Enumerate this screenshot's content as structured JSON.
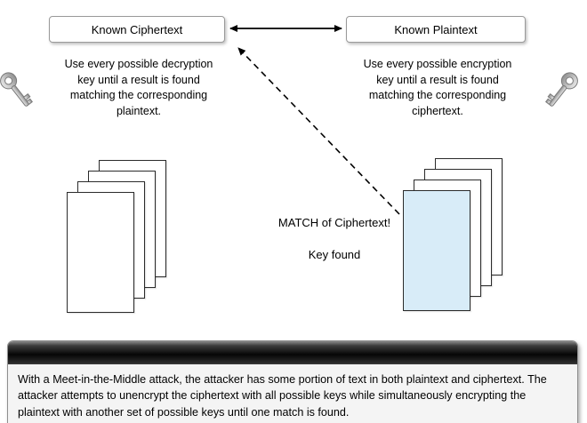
{
  "diagram": {
    "left_box_label": "Known Ciphertext",
    "right_box_label": "Known Plaintext",
    "left_caption": "Use every possible decryption key until a result is found  matching the corresponding plaintext.",
    "right_caption": "Use every possible encryption key until a result is found  matching the corresponding ciphertext.",
    "match_label": "MATCH of Ciphertext!",
    "key_found_label": "Key found",
    "left_icon": "key-icon",
    "right_icon": "key-icon"
  },
  "footer": {
    "text": "With a Meet-in-the-Middle attack, the attacker has some portion of text in both plaintext and ciphertext. The attacker attempts to unencrypt the ciphertext with all possible keys while simultaneously encrypting the plaintext with another set of possible keys until one match is found."
  },
  "colors": {
    "highlight_card": "#d8ecf8",
    "card_border": "#2b2b2b",
    "box_border": "#9a9a9a",
    "arrow": "#000000"
  }
}
